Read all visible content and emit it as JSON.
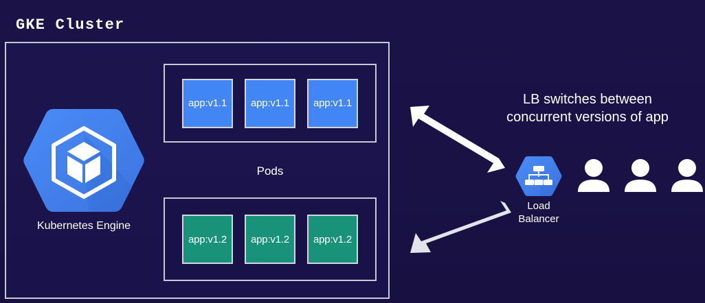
{
  "diagram": {
    "title": "GKE Cluster",
    "background_color": "#1b1347"
  },
  "cluster": {
    "gke_node": {
      "label": "Kubernetes Engine",
      "icon": "kubernetes-engine-hexagon-icon",
      "color": "#4285f4"
    },
    "pods_label": "Pods",
    "pod_groups": [
      {
        "version": "v1.1",
        "color": "#4285f4",
        "pods": [
          {
            "label": "app:v1.1"
          },
          {
            "label": "app:v1.1"
          },
          {
            "label": "app:v1.1"
          }
        ]
      },
      {
        "version": "v1.2",
        "color": "#18937a",
        "pods": [
          {
            "label": "app:v1.2"
          },
          {
            "label": "app:v1.2"
          },
          {
            "label": "app:v1.2"
          }
        ]
      }
    ]
  },
  "right_panel": {
    "caption_line1": "LB switches between",
    "caption_line2": "concurrent versions of app",
    "load_balancer": {
      "label_line1": "Load",
      "label_line2": "Balancer",
      "icon": "load-balancer-hexagon-icon",
      "color": "#4285f4"
    },
    "users": [
      {
        "icon": "user-icon"
      },
      {
        "icon": "user-icon"
      },
      {
        "icon": "user-icon"
      }
    ]
  },
  "arrows": [
    {
      "name": "arrow-lb-to-v1-1",
      "direction": "up-left",
      "color": "#ffffff"
    },
    {
      "name": "arrow-lb-to-v1-2",
      "direction": "down-left",
      "color": "#e8e8ee"
    }
  ]
}
